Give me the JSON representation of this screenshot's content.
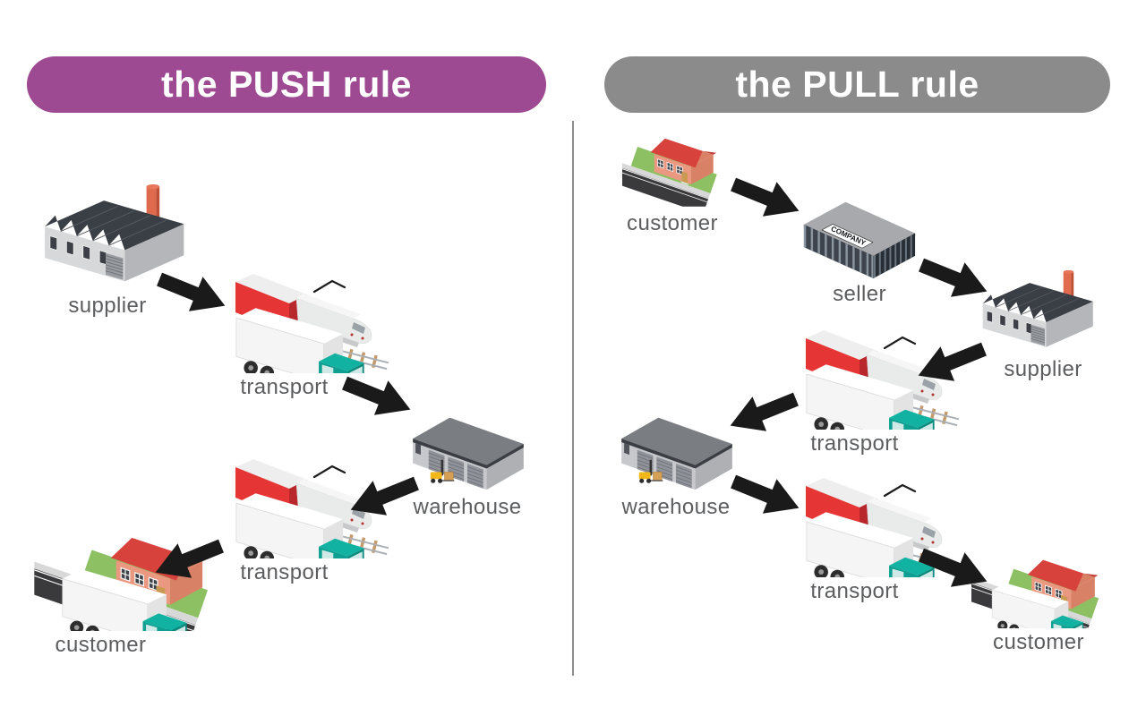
{
  "left_panel": {
    "title": "the PUSH rule",
    "accent_color": "#9e4a92",
    "nodes": [
      {
        "label": "supplier"
      },
      {
        "label": "transport"
      },
      {
        "label": "warehouse"
      },
      {
        "label": "transport"
      },
      {
        "label": "customer"
      }
    ]
  },
  "right_panel": {
    "title": "the PULL rule",
    "accent_color": "#8b8b8b",
    "company_sign": "COMPANY",
    "nodes": [
      {
        "label": "customer"
      },
      {
        "label": "seller"
      },
      {
        "label": "supplier"
      },
      {
        "label": "transport"
      },
      {
        "label": "warehouse"
      },
      {
        "label": "transport"
      },
      {
        "label": "customer"
      }
    ]
  },
  "colors": {
    "arrow": "#1a1a1a",
    "label_text": "#5c5d5f",
    "divider": "#8c8c8c",
    "title_text": "#ffffff"
  }
}
